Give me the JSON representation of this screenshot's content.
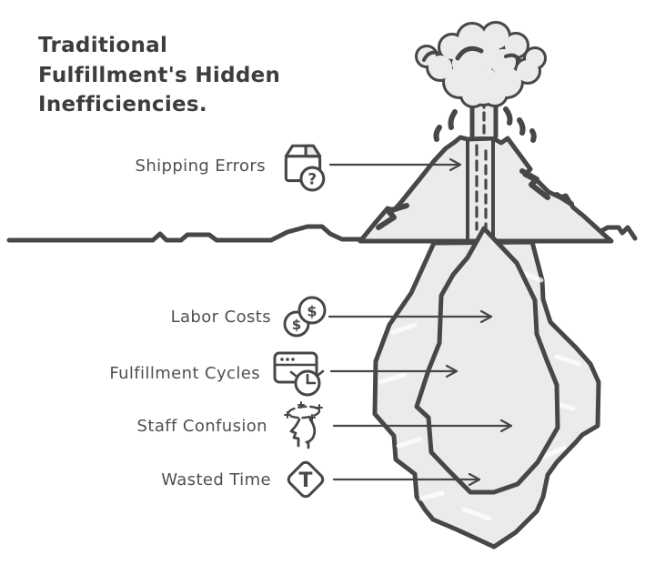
{
  "title_lines": [
    "Traditional",
    "Fulfillment's Hidden",
    "Inefficiencies."
  ],
  "labels": [
    {
      "text": "Shipping Errors",
      "icon": "package-question-icon"
    },
    {
      "text": "Labor Costs",
      "icon": "coins-icon"
    },
    {
      "text": "Fulfillment Cycles",
      "icon": "browser-clock-icon"
    },
    {
      "text": "Staff Confusion",
      "icon": "dizzy-head-icon"
    },
    {
      "text": "Wasted Time",
      "icon": "diamond-t-icon"
    }
  ],
  "glyphs": {
    "dollar": "$",
    "question": "?",
    "letter_t": "T"
  },
  "colors": {
    "ink": "#474747",
    "fill": "#ebebeb",
    "title": "#3d3d3d",
    "label": "#4f4f4f",
    "bg": "#ffffff"
  }
}
